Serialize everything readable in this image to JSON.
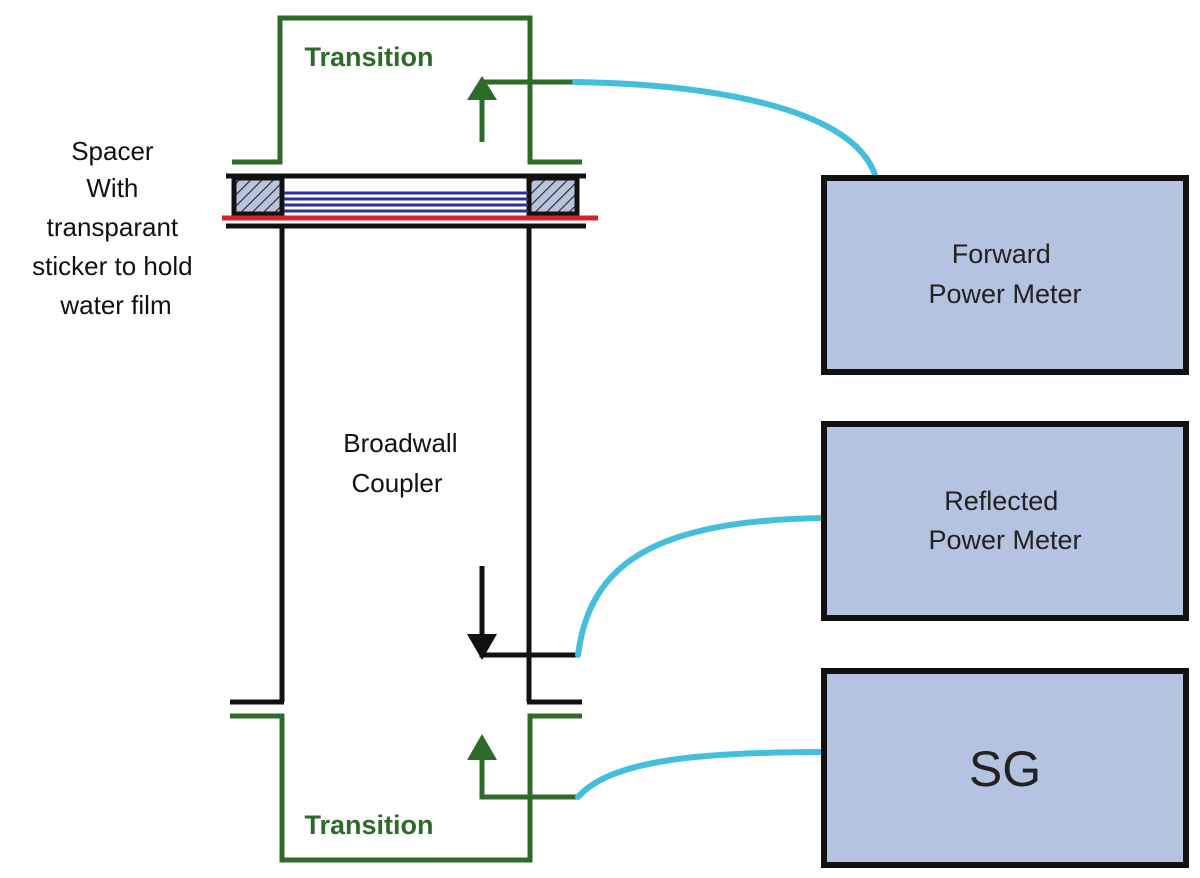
{
  "labels": {
    "transition_top": "Transition",
    "transition_bottom": "Transition",
    "spacer": [
      "Spacer",
      "With",
      "transparant",
      "sticker to hold",
      "water film"
    ],
    "coupler": [
      "Broadwall",
      "Coupler"
    ]
  },
  "boxes": {
    "forward": [
      "Forward",
      "Power Meter"
    ],
    "reflected": [
      "Reflected",
      "Power Meter"
    ],
    "sg": "SG"
  },
  "colors": {
    "transition_green": "#2e6b2a",
    "waveguide_black": "#111111",
    "cable_blue": "#45bedb",
    "box_fill": "#b4c3e0",
    "water_film_red": "#d6222b",
    "water_film_blue": "#2c2f9e"
  }
}
